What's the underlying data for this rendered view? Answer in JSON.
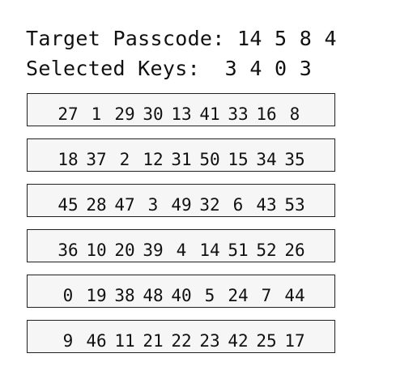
{
  "target_label": "Target Passcode:",
  "target_digits": "14 5 8 4",
  "selected_label": "Selected Keys:",
  "selected_digits": "3 4 0 3",
  "keypad_rows": [
    [
      "27",
      "1",
      "29",
      "30",
      "13",
      "41",
      "33",
      "16",
      "8"
    ],
    [
      "18",
      "37",
      "2",
      "12",
      "31",
      "50",
      "15",
      "34",
      "35"
    ],
    [
      "45",
      "28",
      "47",
      "3",
      "49",
      "32",
      "6",
      "43",
      "53"
    ],
    [
      "36",
      "10",
      "20",
      "39",
      "4",
      "14",
      "51",
      "52",
      "26"
    ],
    [
      "0",
      "19",
      "38",
      "48",
      "40",
      "5",
      "24",
      "7",
      "44"
    ],
    [
      "9",
      "46",
      "11",
      "21",
      "22",
      "23",
      "42",
      "25",
      "17"
    ]
  ]
}
